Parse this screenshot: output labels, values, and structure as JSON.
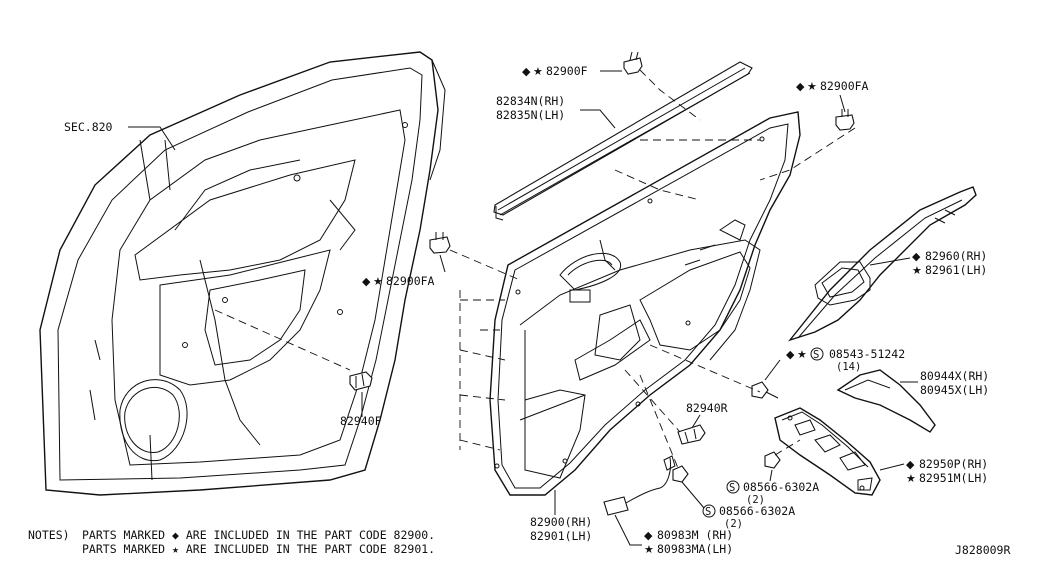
{
  "diagram": {
    "id": "J828009R",
    "labels": {
      "sec": "SEC.820",
      "weatherstrip_rh": "82834N(RH)",
      "weatherstrip_lh": "82835N(LH)",
      "clip_f": "82900F",
      "clip_fa_top": "82900FA",
      "clip_fa_left": "82900FA",
      "grip_rh": "82960(RH)",
      "grip_lh": "82961(LH)",
      "screw_top": "08543-51242",
      "screw_top_qty": "(14)",
      "finisher_rh": "80944X(RH)",
      "finisher_lh": "80945X(LH)",
      "clip_82940F": "82940F",
      "clip_82940R": "82940R",
      "switch_base_rh": "82950P(RH)",
      "switch_base_lh": "82951M(LH)",
      "screw_mid": "08566-6302A",
      "screw_mid_qty": "(2)",
      "screw_low": "08566-6302A",
      "screw_low_qty": "(2)",
      "trim_rh": "82900(RH)",
      "trim_lh": "82901(LH)",
      "harness_rh": "80983M (RH)",
      "harness_lh": "80983MA(LH)"
    },
    "notes": {
      "prefix": "NOTES)",
      "line1": "PARTS MARKED ◆ ARE INCLUDED IN THE PART CODE 82900.",
      "line2": "PARTS MARKED ★ ARE INCLUDED IN THE PART CODE 82901."
    },
    "symbols": {
      "diamond": "◆",
      "star": "★",
      "s_circle": "S"
    }
  }
}
